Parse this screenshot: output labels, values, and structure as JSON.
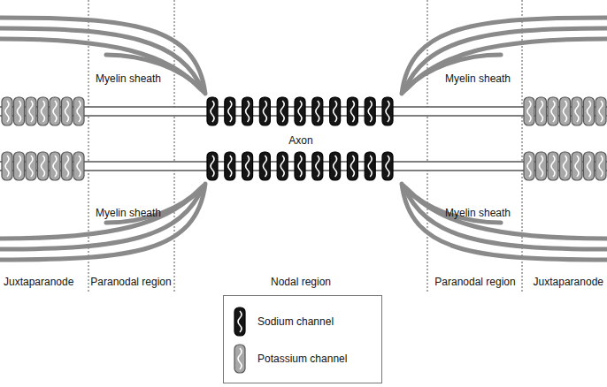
{
  "diagram": {
    "labels": [
      "Myelin sheath",
      "Myelin sheath",
      "Axon",
      "Myelin sheath",
      "Myelin sheath",
      "Juxtaparanode",
      "Paranodal region",
      "Nodal region",
      "Paranodal region",
      "Juxtaparanode"
    ],
    "legend": [
      {
        "text": "Sodium channel"
      },
      {
        "text": "Potassium channel"
      }
    ]
  }
}
